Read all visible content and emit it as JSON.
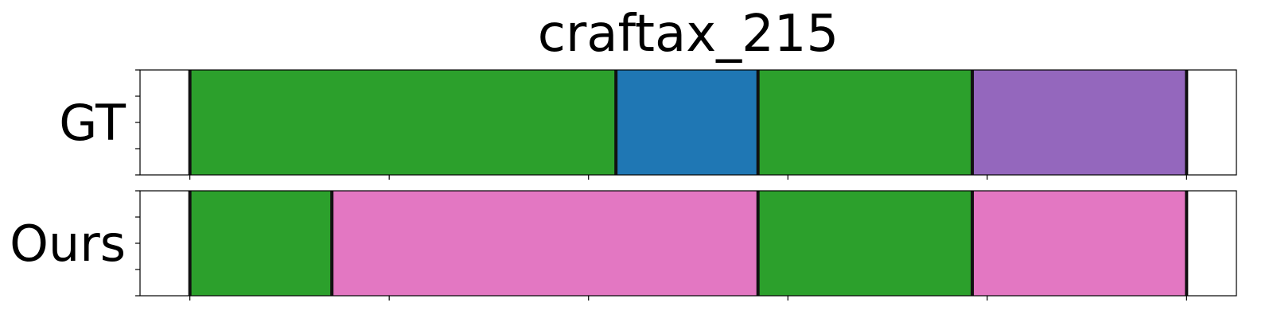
{
  "chart_data": {
    "type": "segmentation-timeline",
    "title": "craftax_215",
    "x_range": [
      0,
      22
    ],
    "x_ticks": [
      1,
      5,
      9,
      13,
      17,
      21
    ],
    "rows": [
      {
        "label": "GT",
        "segments": [
          {
            "start": 1.0,
            "end": 9.55,
            "color": "#2ca02c"
          },
          {
            "start": 9.55,
            "end": 12.4,
            "color": "#1f77b4"
          },
          {
            "start": 12.4,
            "end": 16.7,
            "color": "#2ca02c"
          },
          {
            "start": 16.7,
            "end": 21.0,
            "color": "#9467bd"
          }
        ],
        "boundaries": [
          1.0,
          9.55,
          12.4,
          16.7,
          21.0
        ]
      },
      {
        "label": "Ours",
        "segments": [
          {
            "start": 1.0,
            "end": 3.85,
            "color": "#2ca02c"
          },
          {
            "start": 3.85,
            "end": 12.4,
            "color": "#e377c2"
          },
          {
            "start": 12.4,
            "end": 16.7,
            "color": "#2ca02c"
          },
          {
            "start": 16.7,
            "end": 21.0,
            "color": "#e377c2"
          }
        ],
        "boundaries": [
          1.0,
          3.85,
          12.4,
          16.7,
          21.0
        ]
      }
    ]
  }
}
